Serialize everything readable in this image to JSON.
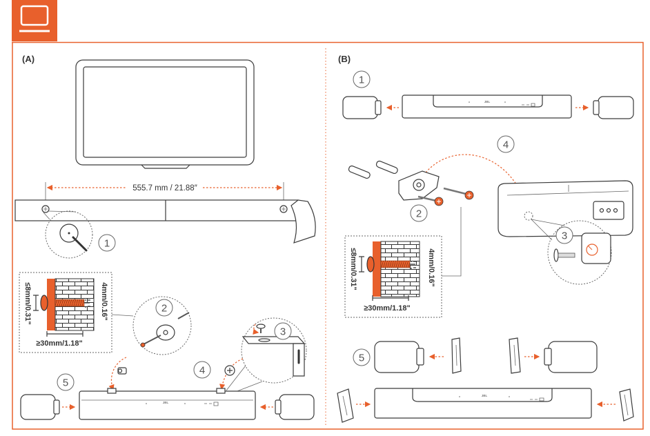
{
  "header": {
    "icon": "tv-icon"
  },
  "colors": {
    "accent": "#E8602C",
    "line": "#3a3a3a"
  },
  "panel_a": {
    "label": "(A)",
    "template_dimension": "555.7 mm / 21.88″",
    "logo": "JBL",
    "steps": [
      "1",
      "2",
      "3",
      "4",
      "5"
    ],
    "wall_detail": {
      "head_gap": "≤8mm/0.31\"",
      "drill_diameter": "4mm/0.16\"",
      "screw_length": "≥30mm/1.18\""
    }
  },
  "panel_b": {
    "label": "(B)",
    "logo": "JBL",
    "steps": [
      "1",
      "2",
      "3",
      "4",
      "5"
    ],
    "wall_detail": {
      "head_gap": "≤8mm/0.31\"",
      "drill_diameter": "4mm/0.16\"",
      "screw_length": "≥30mm/1.18\""
    }
  }
}
